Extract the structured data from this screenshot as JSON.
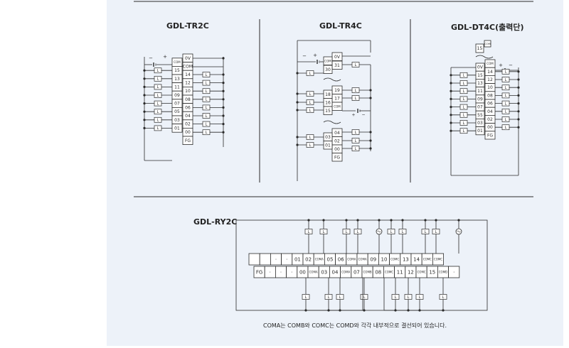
{
  "diagrams": {
    "tr2c": {
      "title": "GDL-TR2C",
      "left_terms": [
        "COM",
        "15",
        "13",
        "11",
        "09",
        "07",
        "05",
        "03",
        "01"
      ],
      "right_terms": [
        "0V",
        "COM",
        "14",
        "12",
        "10",
        "08",
        "06",
        "04",
        "02",
        "00",
        "FG"
      ],
      "load_label": "L",
      "polarity": [
        "−",
        "+"
      ]
    },
    "tr4c": {
      "title": "GDL-TR4C",
      "top_terms": [
        "COM",
        "30"
      ],
      "top_right": [
        "0V",
        "31"
      ],
      "mid_terms": [
        "18",
        "16",
        "15"
      ],
      "mid_right": [
        "19",
        "17",
        "COM"
      ],
      "bot_terms": [
        "03",
        "01"
      ],
      "bot_right": [
        "04",
        "02",
        "00",
        "FG"
      ],
      "load_label": "L",
      "polarity": [
        "−",
        "+"
      ]
    },
    "dt4c": {
      "title": "GDL-DT4C(출력단)",
      "top_term": "15",
      "top_com": "COM",
      "left_terms": [
        "0V",
        "15",
        "13",
        "11",
        "09",
        "07",
        "55",
        "03",
        "01"
      ],
      "right_terms": [
        "COM",
        "14",
        "12",
        "10",
        "08",
        "06",
        "04",
        "02",
        "00",
        "FG"
      ],
      "load_label": "L",
      "polarity": [
        "+",
        "−"
      ]
    },
    "ry2c": {
      "title": "GDL-RY2C",
      "top_row": [
        "",
        "",
        "·",
        "·",
        "01",
        "02",
        "COMA",
        "05",
        "06",
        "COMA",
        "COMA",
        "09",
        "10",
        "COMC",
        "13",
        "14",
        "COMC",
        "COMC"
      ],
      "bottom_row": [
        "FG",
        "·",
        "·",
        "·",
        "00",
        "COMA",
        "03",
        "04",
        "COMA",
        "07",
        "COMB",
        "08",
        "COMC",
        "11",
        "12",
        "COMC",
        "15",
        "COMD",
        "·"
      ],
      "load_label": "L",
      "note": "COMA는 COMB와 COMC는 COMD와 각각 내부적으로 결선되어 있습니다."
    }
  }
}
